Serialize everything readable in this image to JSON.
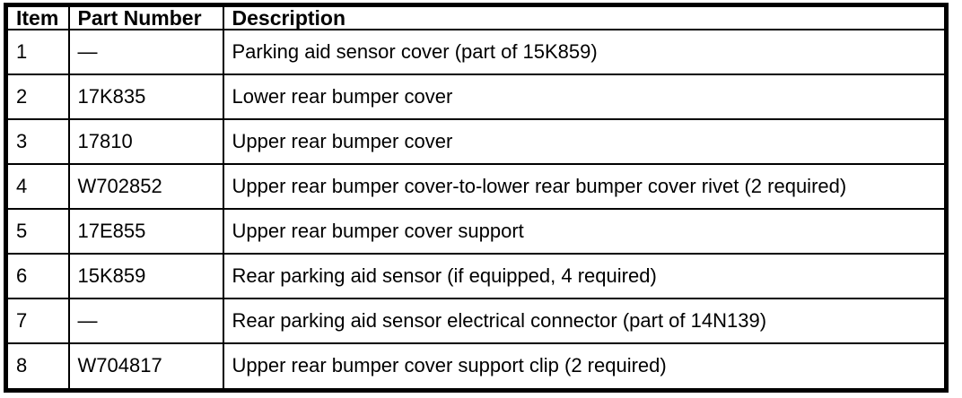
{
  "table": {
    "columns": [
      {
        "key": "item",
        "label": "Item"
      },
      {
        "key": "part_number",
        "label": "Part Number"
      },
      {
        "key": "description",
        "label": "Description"
      }
    ],
    "rows": [
      {
        "item": "1",
        "part_number": "—",
        "description": "Parking aid sensor cover (part of 15K859)"
      },
      {
        "item": "2",
        "part_number": "17K835",
        "description": "Lower rear bumper cover"
      },
      {
        "item": "3",
        "part_number": "17810",
        "description": "Upper rear bumper cover"
      },
      {
        "item": "4",
        "part_number": "W702852",
        "description": "Upper rear bumper cover-to-lower rear bumper cover rivet (2 required)"
      },
      {
        "item": "5",
        "part_number": "17E855",
        "description": "Upper rear bumper cover support"
      },
      {
        "item": "6",
        "part_number": "15K859",
        "description": "Rear parking aid sensor (if equipped, 4 required)"
      },
      {
        "item": "7",
        "part_number": "—",
        "description": "Rear parking aid sensor electrical connector (part of 14N139)"
      },
      {
        "item": "8",
        "part_number": "W704817",
        "description": "Upper rear bumper cover support clip (2 required)"
      }
    ]
  },
  "style": {
    "border_color": "#000000",
    "background_color": "#ffffff",
    "text_color": "#000000"
  }
}
